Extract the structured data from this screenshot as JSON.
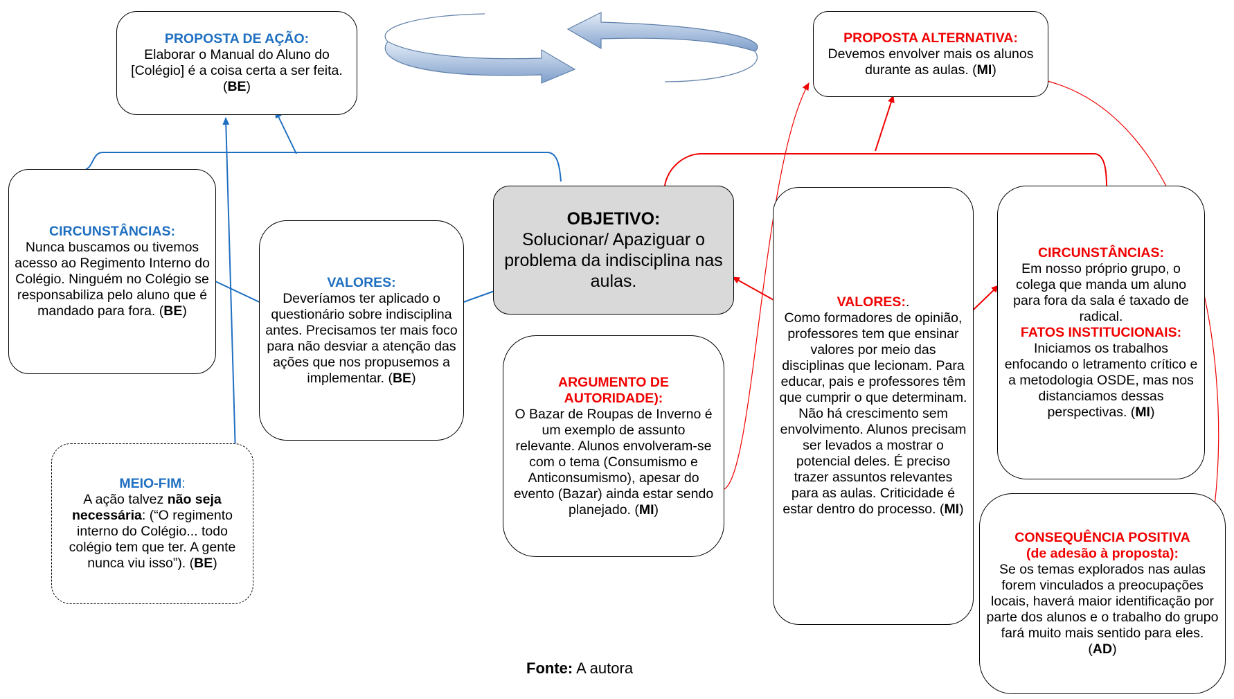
{
  "cycle_arrows": {
    "color_light": "#dfe9f5",
    "color_dark": "#7e9ecb"
  },
  "colors": {
    "blue": "#1f6fc1",
    "red": "#f00000",
    "objective_fill": "#d9d9d9"
  },
  "proposta_acao": {
    "heading": "PROPOSTA DE AÇÃO:",
    "text": "Elaborar o Manual do Aluno do [Colégio] é a coisa certa a ser feita. (",
    "tag": "BE",
    "close": ")"
  },
  "proposta_alternativa": {
    "heading": "PROPOSTA ALTERNATIVA:",
    "text": "Devemos envolver mais os alunos durante as aulas. (",
    "tag": "MI",
    "close": ")"
  },
  "circunstancias_left": {
    "heading": "CIRCUNSTÂNCIAS:",
    "text": "Nunca buscamos ou tivemos acesso ao Regimento Interno do Colégio. Ninguém no Colégio se responsabiliza pelo aluno que é mandado para fora. (",
    "tag": "BE",
    "close": ")"
  },
  "valores_left": {
    "heading": "VALORES:",
    "text": "Deveríamos ter aplicado o questionário sobre indisciplina antes. Precisamos ter mais foco para não desviar a atenção das ações que nos propusemos a implementar. (",
    "tag": "BE",
    "close": ")"
  },
  "objetivo": {
    "heading": "OBJETIVO:",
    "text": "Solucionar/ Apaziguar o problema da indisciplina nas aulas."
  },
  "argumento_autoridade": {
    "heading": "ARGUMENTO DE AUTORIDADE):",
    "text": "O Bazar de Roupas de Inverno é um exemplo de assunto relevante. Alunos envolveram-se com o tema (Consumismo e Anticonsumismo), apesar do evento (Bazar) ainda estar sendo planejado. (",
    "tag": "MI",
    "close": ")"
  },
  "meio_fim": {
    "heading": "MEIO-FIM",
    "heading_suffix": ":",
    "text_before": "A ação talvez ",
    "text_bold": "não seja necessária",
    "text_after": ": (“O regimento interno do Colégio... todo colégio tem que ter. A gente nunca viu isso”). (",
    "tag": "BE",
    "close": ")"
  },
  "valores_right": {
    "heading": "VALORES:",
    "heading_suffix": ".",
    "text": "Como formadores de opinião, professores tem que ensinar valores por meio das disciplinas que lecionam. Para educar, pais e professores têm que cumprir o que determinam. Não há crescimento sem envolvimento. Alunos precisam ser levados a mostrar o potencial deles. É preciso trazer assuntos relevantes para as aulas. Criticidade é estar dentro do processo. (",
    "tag": "MI",
    "close": ")"
  },
  "circunstancias_right": {
    "heading": "CIRCUNSTÂNCIAS:",
    "text": "Em nosso próprio grupo, o colega que manda um aluno para fora da sala é taxado de radical.",
    "heading2": "FATOS INSTITUCIONAIS:",
    "text2": "Iniciamos os trabalhos enfocando o letramento crítico e a metodologia OSDE, mas nos distanciamos dessas perspectivas. (",
    "tag": "MI",
    "close": ")"
  },
  "consequencia": {
    "heading": "CONSEQUÊNCIA POSITIVA",
    "subheading": "(de adesão à proposta):",
    "text": "Se os temas explorados nas aulas forem vinculados a preocupações locais, haverá maior identificação por parte dos alunos e o trabalho do grupo fará muito mais sentido para eles. (",
    "tag": "AD",
    "close": ")"
  },
  "source": {
    "label": "Fonte:",
    "text": " A autora"
  }
}
